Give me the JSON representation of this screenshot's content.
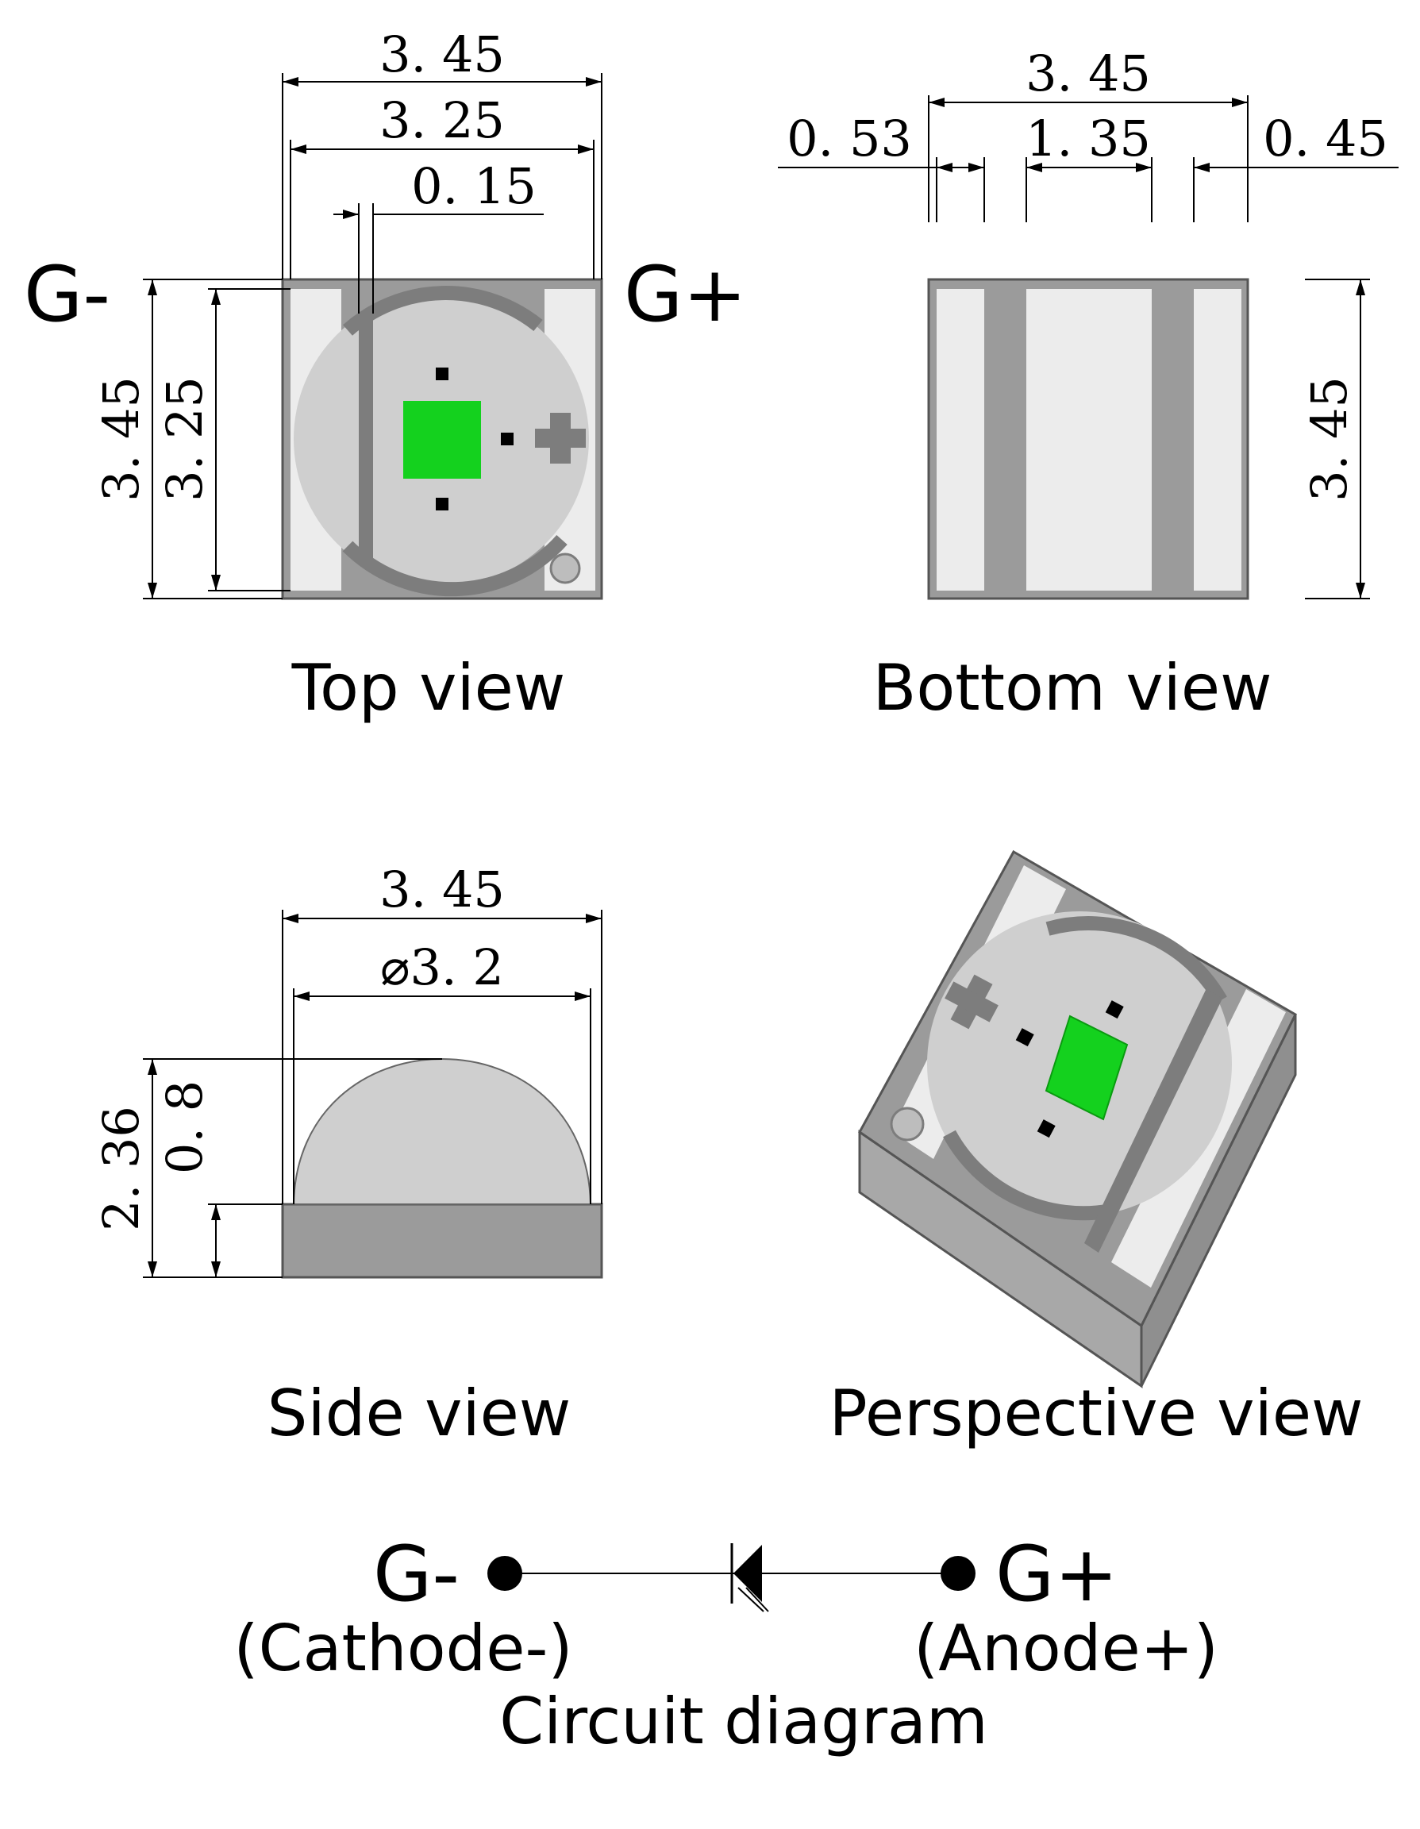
{
  "views": {
    "top": {
      "caption": "Top view",
      "pin_left": "G-",
      "pin_right": "G+",
      "dims": {
        "width_outer": "3. 45",
        "width_inner": "3. 25",
        "gap": "0. 15",
        "height_outer": "3. 45",
        "height_inner": "3. 25"
      }
    },
    "bottom": {
      "caption": "Bottom view",
      "dims": {
        "width_outer": "3. 45",
        "left_pad": "0. 53",
        "center_pad": "1. 35",
        "right_pad": "0. 45",
        "height": "3. 45"
      }
    },
    "side": {
      "caption": "Side view",
      "dims": {
        "width_outer": "3. 45",
        "lens_dia": "⌀3. 2",
        "height_total": "2. 36",
        "base_height": "0. 8"
      }
    },
    "perspective": {
      "caption": "Perspective view"
    }
  },
  "circuit": {
    "caption": "Circuit diagram",
    "cathode_pin": "G-",
    "cathode_label": "(Cathode-)",
    "anode_pin": "G+",
    "anode_label": "(Anode+)"
  },
  "colors": {
    "body": "#9b9b9b",
    "pad": "#ececec",
    "lens": "#cfcfcf",
    "ring": "#7d7d7d",
    "chip": "#14d11e"
  }
}
